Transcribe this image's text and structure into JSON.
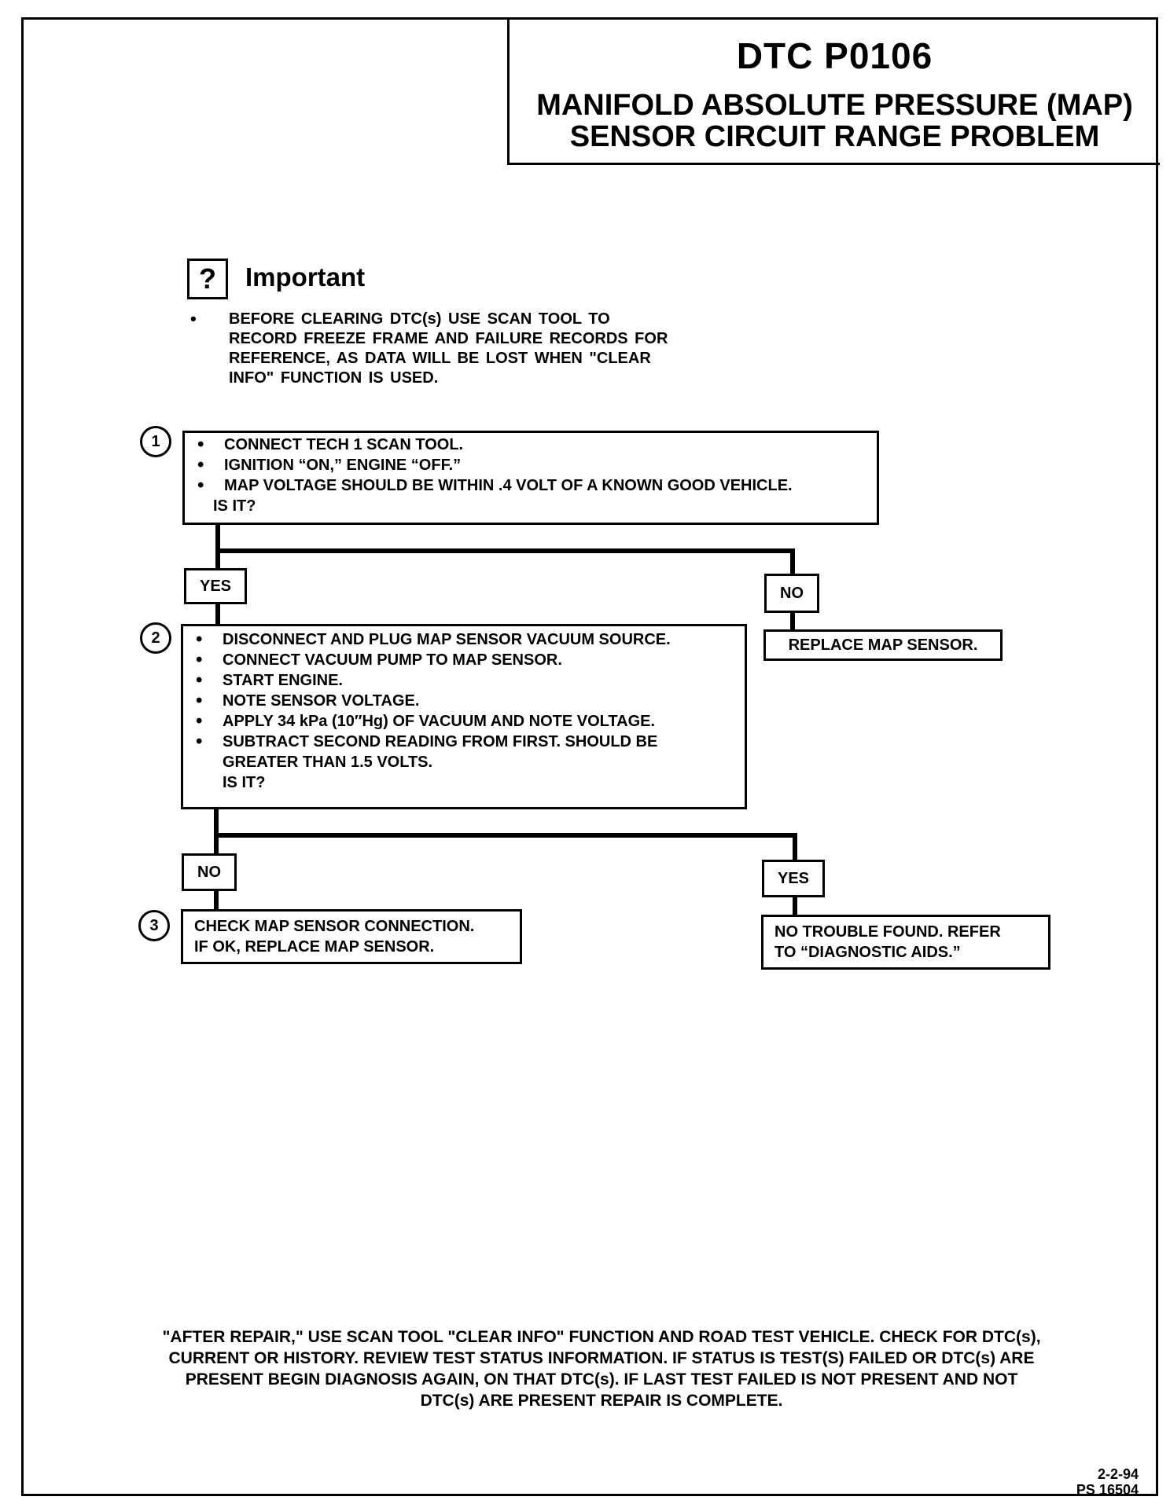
{
  "header": {
    "dtc": "DTC P0106",
    "subtitle_line1": "MANIFOLD ABSOLUTE PRESSURE (MAP)",
    "subtitle_line2": "SENSOR CIRCUIT RANGE PROBLEM"
  },
  "important": {
    "icon": "?",
    "title": "Important",
    "text": "BEFORE CLEARING DTC(s) USE SCAN TOOL TO RECORD FREEZE FRAME AND FAILURE RECORDS FOR REFERENCE, AS DATA WILL BE LOST WHEN \"CLEAR INFO\" FUNCTION IS USED."
  },
  "steps": [
    {
      "number": "1",
      "bullets": [
        "CONNECT TECH 1 SCAN TOOL.",
        "IGNITION “ON,” ENGINE “OFF.”",
        "MAP VOLTAGE SHOULD BE WITHIN .4 VOLT OF A KNOWN GOOD VEHICLE."
      ],
      "question": "IS IT?"
    },
    {
      "number": "2",
      "bullets": [
        "DISCONNECT AND PLUG MAP SENSOR VACUUM SOURCE.",
        "CONNECT VACUUM PUMP TO MAP SENSOR.",
        "START ENGINE.",
        "NOTE SENSOR VOLTAGE.",
        "APPLY 34 kPa (10″Hg) OF VACUUM AND NOTE VOLTAGE.",
        "SUBTRACT SECOND READING FROM FIRST.  SHOULD BE GREATER THAN 1.5 VOLTS."
      ],
      "question": "IS IT?"
    },
    {
      "number": "3",
      "line1": "CHECK MAP SENSOR CONNECTION.",
      "line2": "IF OK, REPLACE MAP SENSOR."
    }
  ],
  "branches": {
    "step1_yes": "YES",
    "step1_no": "NO",
    "step1_no_result": "REPLACE MAP SENSOR.",
    "step2_no": "NO",
    "step2_yes": "YES",
    "step2_yes_result_line1": "NO TROUBLE FOUND.  REFER",
    "step2_yes_result_line2": "TO “DIAGNOSTIC AIDS.”"
  },
  "footer": {
    "text": "\"AFTER REPAIR,\" USE SCAN TOOL \"CLEAR INFO\" FUNCTION AND ROAD TEST VEHICLE. CHECK FOR DTC(s), CURRENT OR HISTORY. REVIEW TEST STATUS INFORMATION. IF STATUS IS TEST(S) FAILED OR DTC(s) ARE PRESENT BEGIN DIAGNOSIS AGAIN, ON THAT DTC(s). IF LAST TEST FAILED IS NOT PRESENT AND NOT DTC(s) ARE PRESENT REPAIR IS COMPLETE.",
    "date": "2-2-94",
    "ps_number": "PS 16504"
  }
}
